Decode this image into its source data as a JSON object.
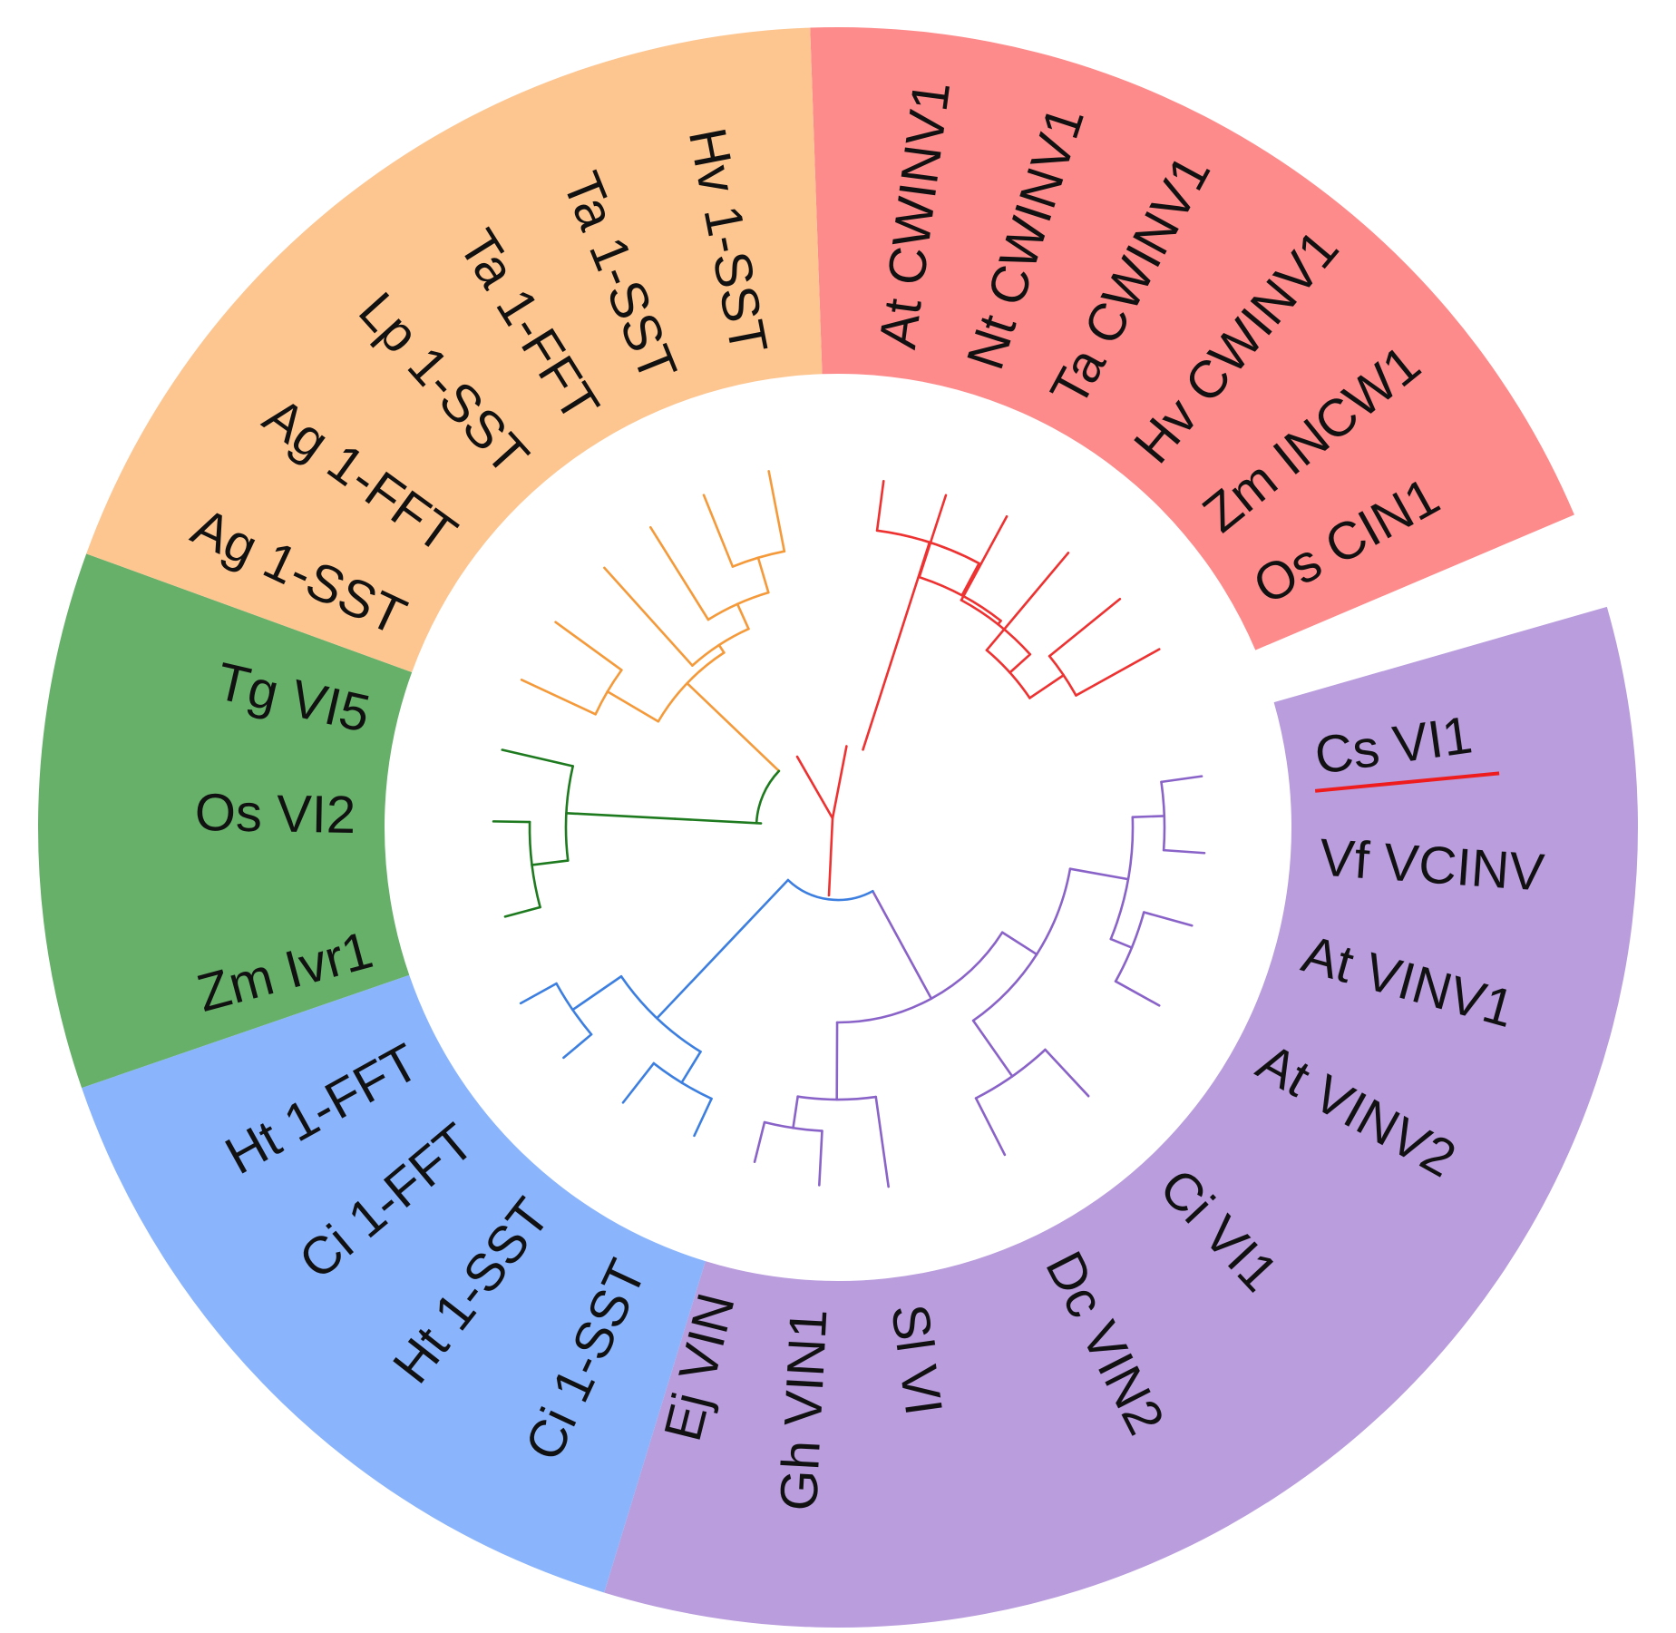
{
  "clades": [
    {
      "name": "cwinv",
      "fill": "#fd8b8b",
      "branch_color": "#ee3131",
      "leaves": [
        {
          "label": "At CWINV1",
          "highlight": false
        },
        {
          "label": "Nt CWINV1",
          "highlight": false
        },
        {
          "label": "Ta CWINV1",
          "highlight": false
        },
        {
          "label": "Hv CWINV1",
          "highlight": false
        },
        {
          "label": "Zm INCW1",
          "highlight": false
        },
        {
          "label": "Os CIN1",
          "highlight": false
        }
      ]
    },
    {
      "name": "vinv-dicot",
      "fill": "#b99ddd",
      "branch_color": "#8a63c9",
      "leaves": [
        {
          "label": "Cs VI1",
          "highlight": true
        },
        {
          "label": "Vf VCINV",
          "highlight": false
        },
        {
          "label": "At VINV1",
          "highlight": false
        },
        {
          "label": "At VINV2",
          "highlight": false
        },
        {
          "label": "Ci VI1",
          "highlight": false
        },
        {
          "label": "Dc VIN2",
          "highlight": false
        },
        {
          "label": "Sl VI",
          "highlight": false
        },
        {
          "label": "Gh VIN1",
          "highlight": false
        },
        {
          "label": "Ej VIN",
          "highlight": false
        }
      ]
    },
    {
      "name": "fructan-dicot",
      "fill": "#8ab4fb",
      "branch_color": "#3d7fe0",
      "leaves": [
        {
          "label": "Ci 1-SST",
          "highlight": false
        },
        {
          "label": "Ht 1-SST",
          "highlight": false
        },
        {
          "label": "Ci 1-FFT",
          "highlight": false
        },
        {
          "label": "Ht 1-FFT",
          "highlight": false
        }
      ]
    },
    {
      "name": "vinv-monocot",
      "fill": "#66b06a",
      "branch_color": "#1e7a1e",
      "leaves": [
        {
          "label": "Zm Ivr1",
          "highlight": false
        },
        {
          "label": "Os VI2",
          "highlight": false
        },
        {
          "label": "Tg VI5",
          "highlight": false
        }
      ]
    },
    {
      "name": "fructan-monocot",
      "fill": "#fdc590",
      "branch_color": "#f59a3a",
      "leaves": [
        {
          "label": "Ag 1-SST",
          "highlight": false
        },
        {
          "label": "Ag 1-FFT",
          "highlight": false
        },
        {
          "label": "Lp 1-SST",
          "highlight": false
        },
        {
          "label": "Ta 1-FFT",
          "highlight": false
        },
        {
          "label": "Ta 1-SST",
          "highlight": false
        },
        {
          "label": "Hv 1-SST",
          "highlight": false
        }
      ]
    }
  ],
  "colors": {
    "root_branch": "#ee3131",
    "highlight_underline": "#ee1c1c",
    "background": "#ffffff"
  }
}
